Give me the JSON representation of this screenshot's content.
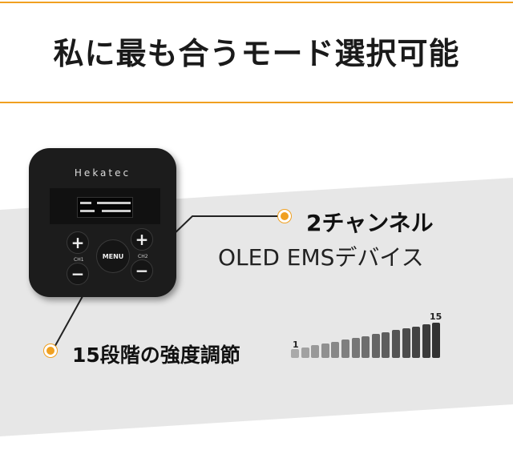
{
  "header": {
    "title": "私に最も合うモード選択可能"
  },
  "device": {
    "brand": "Hekatec",
    "menu_label": "MENU",
    "ch1_label": "CH1",
    "ch2_label": "CH2",
    "plus": "+",
    "minus": "−"
  },
  "feature1": {
    "title": "2チャンネル",
    "subtitle": "OLED EMSデバイス"
  },
  "feature2": {
    "title": "15段階の強度調節"
  },
  "levels": {
    "min_label": "1",
    "max_label": "15",
    "count": 15
  },
  "colors": {
    "accent": "#f0a020",
    "band": "#e7e7e7"
  }
}
